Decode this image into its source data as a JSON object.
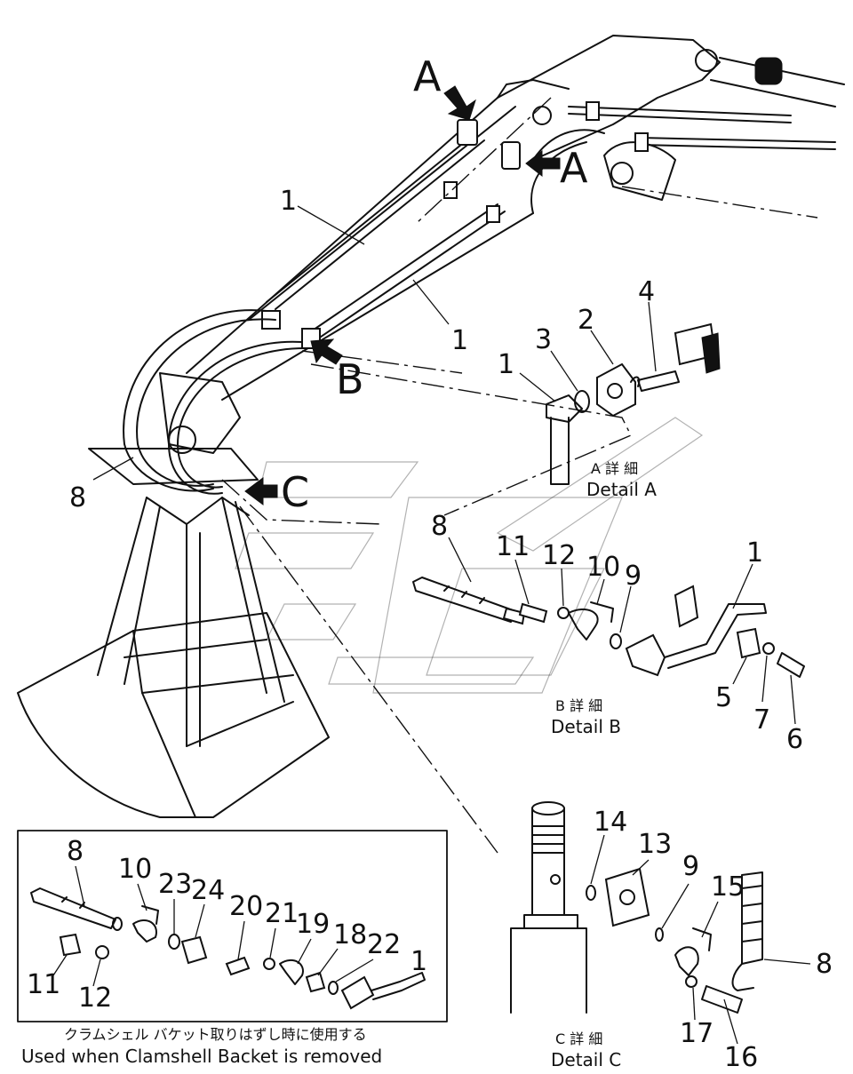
{
  "arrows": {
    "a_top": "A",
    "a_right": "A",
    "b": "B",
    "c": "C"
  },
  "details": {
    "a": {
      "jp": "A 詳 細",
      "en": "Detail A"
    },
    "b": {
      "jp": "B 詳 細",
      "en": "Detail B"
    },
    "c": {
      "jp": "C 詳 細",
      "en": "Detail C"
    }
  },
  "inset": {
    "jp": "クラムシェル バケット取りはずし時に使用する",
    "en": "Used when Clamshell Backet is removed"
  },
  "callouts": {
    "main_1a": "1",
    "main_1b": "1",
    "main_8": "8",
    "a_1": "1",
    "a_2": "2",
    "a_3": "3",
    "a_4": "4",
    "b_8": "8",
    "b_11": "11",
    "b_12": "12",
    "b_10": "10",
    "b_9": "9",
    "b_1": "1",
    "b_5": "5",
    "b_7": "7",
    "b_6": "6",
    "i_8": "8",
    "i_10": "10",
    "i_23": "23",
    "i_24": "24",
    "i_20": "20",
    "i_21": "21",
    "i_19": "19",
    "i_18": "18",
    "i_22": "22",
    "i_1": "1",
    "i_11": "11",
    "i_12": "12",
    "c_14": "14",
    "c_13": "13",
    "c_9": "9",
    "c_15": "15",
    "c_8": "8",
    "c_17": "17",
    "c_16": "16"
  }
}
